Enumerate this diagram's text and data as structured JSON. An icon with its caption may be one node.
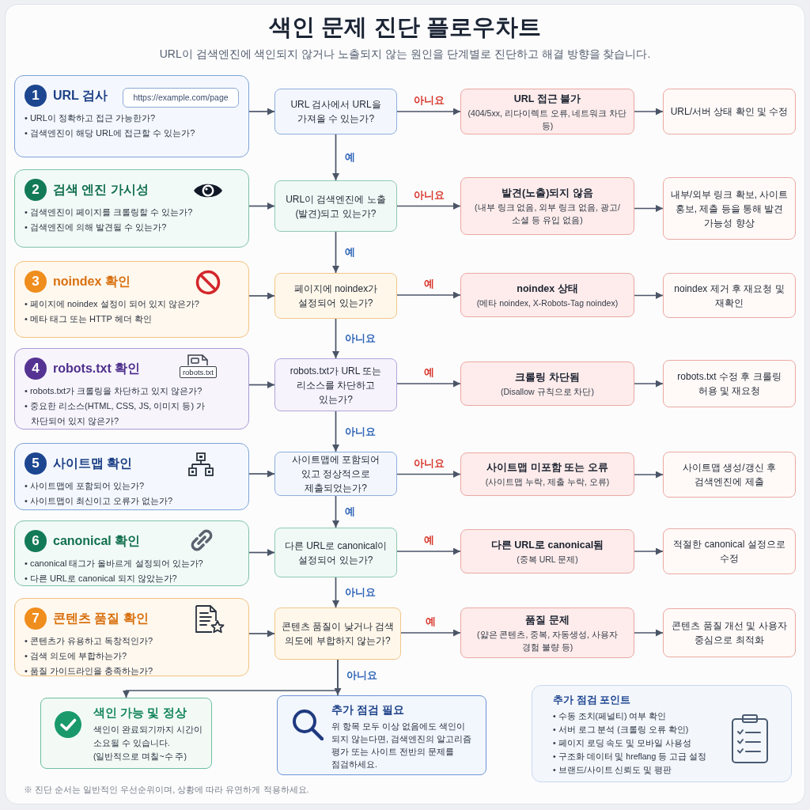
{
  "diagram": {
    "title": "색인 문제 진단 플로우차트",
    "nodes": [
      {
        "text": [
          "1",
          "URL 검사",
          "• URL이 정확하고 접근 가능한가?",
          "• 검색엔진이 해당 URL에 접근할 수 있는가?"
        ]
      },
      {
        "text": [
          "https://example.com/page"
        ],
        "in": 0
      },
      {
        "text": [
          "URL 검사에서 URL을 가져올 수 있는가?"
        ]
      },
      {
        "text": [
          "URL 접근 불가",
          "(404/5xx, 리다이렉트 오류, 네트워크 차단 등)"
        ]
      },
      {
        "text": [
          "URL/서버 상태 확인 및 수정"
        ]
      },
      {
        "text": [
          "2",
          "검색 엔진 가시성",
          "• 검색엔진이 페이지를 크롤링할 수 있는가?",
          "• 검색엔진에 의해 발견될 수 있는가?"
        ]
      },
      {
        "text": [
          "URL이 검색엔진에 노출(발견)되고 있는가?"
        ]
      },
      {
        "text": [
          "발견(노출)되지 않음",
          "(내부 링크 없음, 외부 링크 없음, 광고/소셜 등 유입 없음)"
        ]
      },
      {
        "text": [
          "내부/외부 링크 확보, 사이트 홍보, 제출 등을 통해 발견 가능성 향상"
        ]
      },
      {
        "text": [
          "3",
          "noindex 확인",
          "• 페이지에 noindex 설정이 되어 있지 않은가?",
          "• 메타 태그 또는 HTTP 헤더 확인"
        ]
      },
      {
        "text": [
          "페이지에 noindex가 설정되어 있는가?"
        ]
      },
      {
        "text": [
          "noindex 상태",
          "(메타 noindex, X-Robots-Tag noindex)"
        ]
      },
      {
        "text": [
          "noindex 제거 후 재요청 및 재확인"
        ]
      },
      {
        "text": [
          "4",
          "robots.txt 확인",
          "• robots.txt가 크롤링을 차단하고 있지 않은가?",
          "• 중요한 리소스(HTML, CSS, JS, 이미지 등) 가 차단되어 있지 않은가?"
        ]
      },
      {
        "text": [
          "robots.txt가 URL 또는 리소스를 차단하고 있는가?"
        ]
      },
      {
        "text": [
          "크롤링 차단됨",
          "(Disallow 규칙으로 차단)"
        ]
      },
      {
        "text": [
          "robots.txt 수정 후 크롤링 허용 및 재요청"
        ]
      },
      {
        "text": [
          "5",
          "사이트맵 확인",
          "• 사이트맵에 포함되어 있는가?",
          "• 사이트맵이 최신이고 오류가 없는가?"
        ]
      },
      {
        "text": [
          "사이트맵에 포함되어 있고 정상적으로 제출되었는가?"
        ]
      },
      {
        "text": [
          "사이트맵 미포함 또는 오류",
          "(사이트맵 누락, 제출 누락, 오류)"
        ]
      },
      {
        "text": [
          "사이트맵 생성/갱신 후 검색엔진에 제출"
        ]
      },
      {
        "text": [
          "6",
          "canonical 확인",
          "• canonical 태그가 올바르게 설정되어 있는가?",
          "• 다른 URL로 canonical 되지 않았는가?"
        ]
      },
      {
        "text": [
          "다른 URL로 canonical이 설정되어 있는가?"
        ]
      },
      {
        "text": [
          "다른 URL로 canonical됨",
          "(중복 URL 문제)"
        ]
      },
      {
        "text": [
          "적절한 canonical 설정으로 수정"
        ]
      },
      {
        "text": [
          "7",
          "콘텐츠 품질 확인",
          "• 콘텐츠가 유용하고 독창적인가?",
          "• 검색 의도에 부합하는가?",
          "• 품질 가이드라인을 충족하는가?"
        ]
      },
      {
        "text": [
          "콘텐츠 품질이 낮거나 검색 의도에 부합하지 않는가?"
        ]
      },
      {
        "text": [
          "품질 문제",
          "(얇은 콘텐츠, 중복, 자동생성, 사용자 경험 불량 등)"
        ]
      },
      {
        "text": [
          "콘텐츠 품질 개선 및 사용자 중심으로 최적화"
        ]
      },
      {
        "text": [
          "색인 가능 및 정상",
          "색인이 완료되기까지 시간이 소요될 수 있습니다.",
          "(일반적으로 며칠~수 주)"
        ]
      },
      {
        "text": [
          "추가 점검 필요",
          "위 항목 모두 이상 없음에도 색인이 되지 않는다면, 검색엔진의 알고리즘 평가 또는 사이트 전반의 문제를 점검하세요."
        ]
      },
      {
        "text": [
          "추가 점검 포인트",
          "• 수동 조치(페널티) 여부 확인",
          "• 서버 로그 분석 (크롤링 오류 확인)",
          "• 페이지 로딩 속도 및 모바일 사용성",
          "• 구조화 데이터 및 hreflang 등 고급 설정",
          "• 브랜드/사이트 신뢰도 및 평판"
        ]
      }
    ],
    "edges": [
      {
        "from": 0,
        "to": 2,
        "arrow": "to"
      },
      {
        "from": 2,
        "to": 3,
        "label": "아니요",
        "arrow": "to"
      },
      {
        "from": 3,
        "to": 4,
        "arrow": "to"
      },
      {
        "from": 2,
        "to": 6,
        "label": "예",
        "arrow": "to"
      },
      {
        "from": 5,
        "to": 6,
        "arrow": "to"
      },
      {
        "from": 6,
        "to": 7,
        "label": "아니요",
        "arrow": "to"
      },
      {
        "from": 7,
        "to": 8,
        "arrow": "to"
      },
      {
        "from": 6,
        "to": 10,
        "label": "예",
        "arrow": "to"
      },
      {
        "from": 9,
        "to": 10,
        "arrow": "to"
      },
      {
        "from": 10,
        "to": 11,
        "label": "예",
        "arrow": "to"
      },
      {
        "from": 11,
        "to": 12,
        "arrow": "to"
      },
      {
        "from": 10,
        "to": 14,
        "label": "아니요",
        "arrow": "to"
      },
      {
        "from": 13,
        "to": 14,
        "arrow": "to"
      },
      {
        "from": 14,
        "to": 15,
        "label": "예",
        "arrow": "to"
      },
      {
        "from": 15,
        "to": 16,
        "arrow": "to"
      },
      {
        "from": 14,
        "to": 18,
        "label": "아니요",
        "arrow": "to"
      },
      {
        "from": 17,
        "to": 18,
        "arrow": "to"
      },
      {
        "from": 18,
        "to": 19,
        "label": "아니요",
        "arrow": "to"
      },
      {
        "from": 19,
        "to": 20,
        "arrow": "to"
      },
      {
        "from": 18,
        "to": 22,
        "label": "예",
        "arrow": "to"
      },
      {
        "from": 21,
        "to": 22,
        "arrow": "to"
      },
      {
        "from": 22,
        "to": 23,
        "label": "예",
        "arrow": "to"
      },
      {
        "from": 23,
        "to": 24,
        "arrow": "to"
      },
      {
        "from": 22,
        "to": 26,
        "label": "아니요",
        "arrow": "to"
      },
      {
        "from": 25,
        "to": 26,
        "arrow": "to"
      },
      {
        "from": 26,
        "to": 27,
        "label": "예",
        "arrow": "to"
      },
      {
        "from": 27,
        "to": 28,
        "arrow": "to"
      },
      {
        "from": 26,
        "to": 29,
        "label": "아니요",
        "arrow": "to"
      },
      {
        "from": 26,
        "to": 30,
        "arrow": "to"
      }
    ],
    "labels": [
      "URL이 검색엔진에 색인되지 않거나 노출되지 않는 원인을 단계별로 진단하고 해결 방향을 찾습니다.",
      "robots.txt",
      "※ 진단 순서는 일반적인 우선순위이며, 상황에 따라 유연하게 적용하세요."
    ]
  }
}
